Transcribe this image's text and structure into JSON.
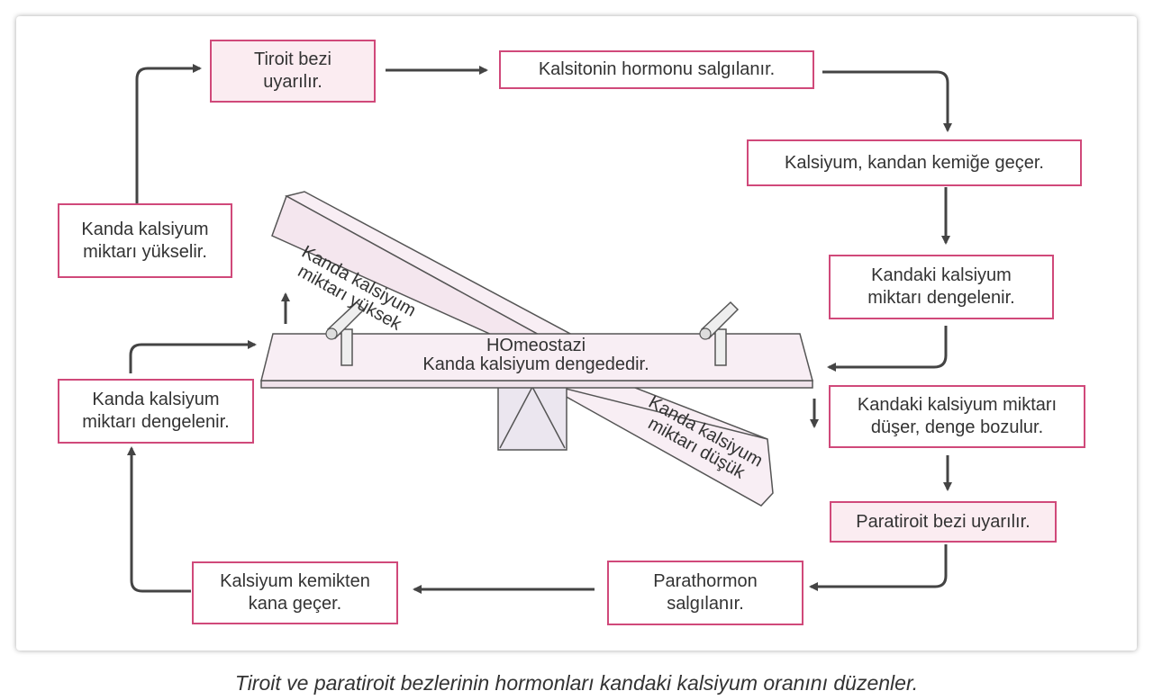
{
  "boxes": {
    "tiroit_bezi": "Tiroit bezi\nuyarılır.",
    "kalsitonin": "Kalsitonin hormonu salgılanır.",
    "kalsiyum_kemige": "Kalsiyum, kandan kemiğe geçer.",
    "kandaki_dengelenir": "Kandaki kalsiyum\nmiktarı dengelenir.",
    "kandaki_duser": "Kandaki kalsiyum miktarı\ndüşer, denge bozulur.",
    "paratiroit": "Paratiroit bezi uyarılır.",
    "parathormon": "Parathormon\nsalgılanır.",
    "kemikten_kana": "Kalsiyum kemikten\nkana geçer.",
    "kanda_dengelenir": "Kanda kalsiyum\nmiktarı dengelenir.",
    "kanda_yukselir": "Kanda kalsiyum\nmiktarı yükselir."
  },
  "seesaw": {
    "center_line1": "HOmeostazi",
    "center_line2": "Kanda kalsiyum dengededir.",
    "upper_plank": "Kanda kalsiyum\nmiktarı yüksek",
    "lower_plank": "Kanda kalsiyum\nmiktarı düşük"
  },
  "caption": "Tiroit ve paratiroit bezlerinin hormonları kandaki kalsiyum oranını düzenler.",
  "colors": {
    "box_border": "#d0497a",
    "box_pink_fill": "#fbecf1",
    "plank_fill": "#f8eef4",
    "arrow": "#444444"
  }
}
